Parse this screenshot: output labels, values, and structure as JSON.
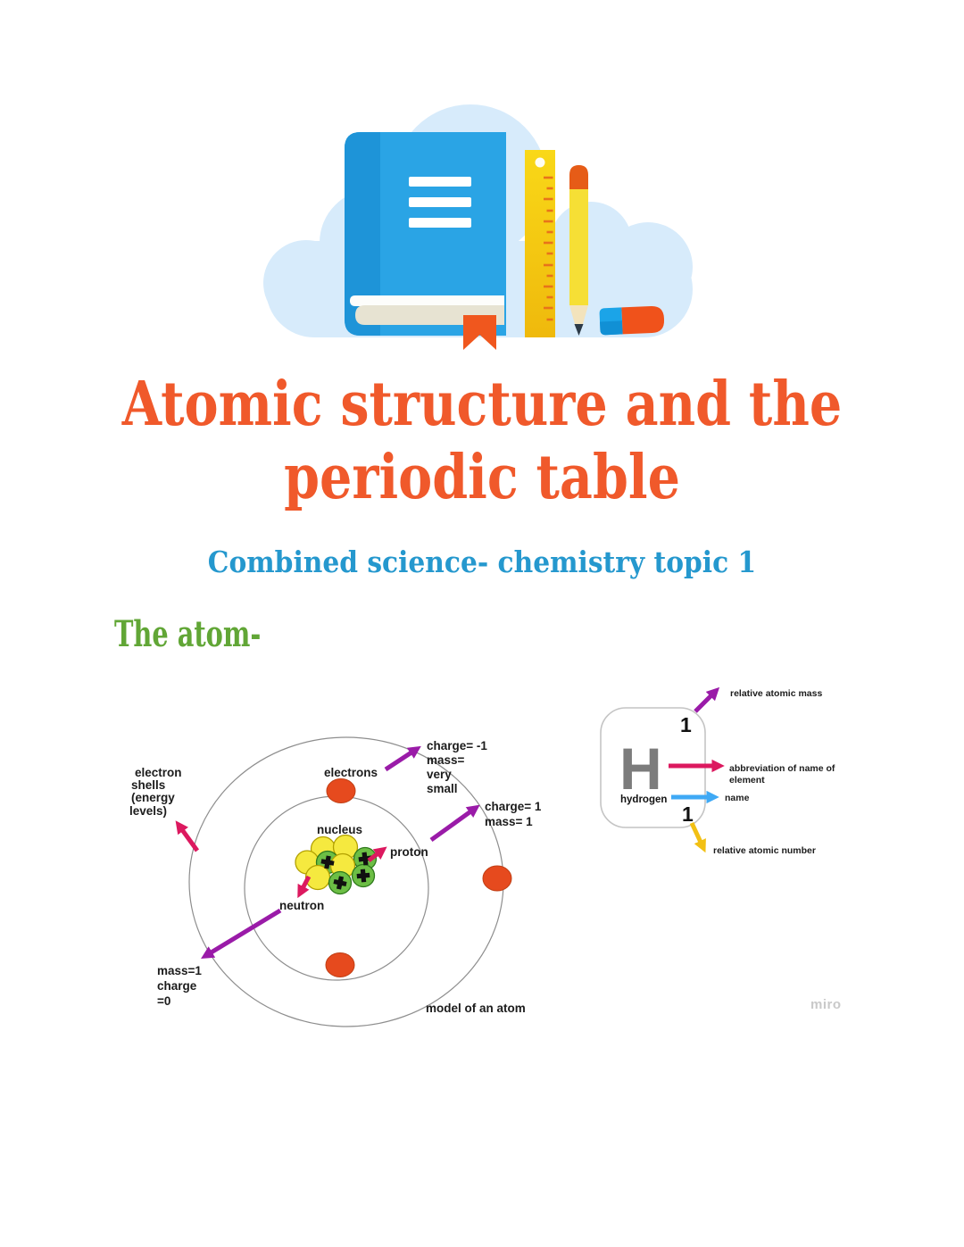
{
  "title": {
    "line1": "Atomic structure and the",
    "line2": "periodic table"
  },
  "subtitle": "Combined science- chemistry topic 1",
  "section_heading": "The atom-",
  "colors": {
    "title_orange": "#F0592B",
    "subtitle_blue": "#2598CE",
    "heading_green": "#61A636",
    "arrow_pink": "#DC195F",
    "arrow_purple": "#9A1BA8",
    "arrow_blue": "#3FA9F5",
    "arrow_yellow": "#F2C014",
    "electron_red": "#E64A1E",
    "neutron_yellow": "#F5E93F",
    "proton_green": "#6CBE45",
    "book_blue": "#2AA4E5",
    "accent_orange": "#F0571E",
    "ruler_yellow": "#F9D818",
    "cloud_blue": "#D7EBFB"
  },
  "atom_diagram": {
    "shells_label": [
      "electron",
      "shells",
      "(energy",
      "levels)"
    ],
    "electrons_label": "electrons",
    "electron_props": [
      "charge= -1",
      "mass=",
      "very",
      "small"
    ],
    "proton_props": [
      "charge= 1",
      "mass= 1"
    ],
    "nucleus_label": "nucleus",
    "proton_label": "proton",
    "neutron_label": "neutron",
    "neutron_props": [
      "mass=1",
      "charge",
      "=0"
    ],
    "caption": "model of an atom"
  },
  "element_card": {
    "mass_number": "1",
    "symbol": "H",
    "name": "hydrogen",
    "atomic_number": "1",
    "mass_label": "relative atomic mass",
    "abbr_label": [
      "abbreviation of name of",
      "element"
    ],
    "name_label": "name",
    "number_label": "relative atomic number"
  },
  "watermark": "miro"
}
